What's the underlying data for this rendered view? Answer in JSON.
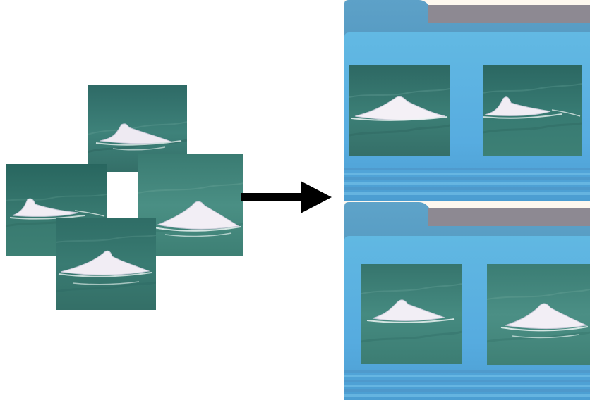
{
  "scene": {
    "title": "",
    "subtitle": "",
    "left_group": {
      "label": "",
      "photo_count": 4,
      "missing_tile": true
    },
    "arrow": {
      "direction": "right",
      "label": ""
    },
    "right_group": {
      "folder_count": 2,
      "folders": [
        {
          "label": "",
          "photo_count": 2
        },
        {
          "label": "",
          "photo_count": 2
        }
      ]
    }
  },
  "colors": {
    "background": "#fdf8ef",
    "canvas_white": "#ffffff",
    "water_dark": "#2f6f69",
    "water_light": "#4a8f86",
    "dolphin_fin": "#ece9f0",
    "folder_blue": "#5ab4e0",
    "folder_dark": "#3b8dbc",
    "folder_tab_gray": "#8c8890",
    "arrow_black": "#000000"
  },
  "icons": {
    "arrow": "right-arrow-icon",
    "folder": "folder-icon",
    "photo": "dolphin-photo"
  }
}
